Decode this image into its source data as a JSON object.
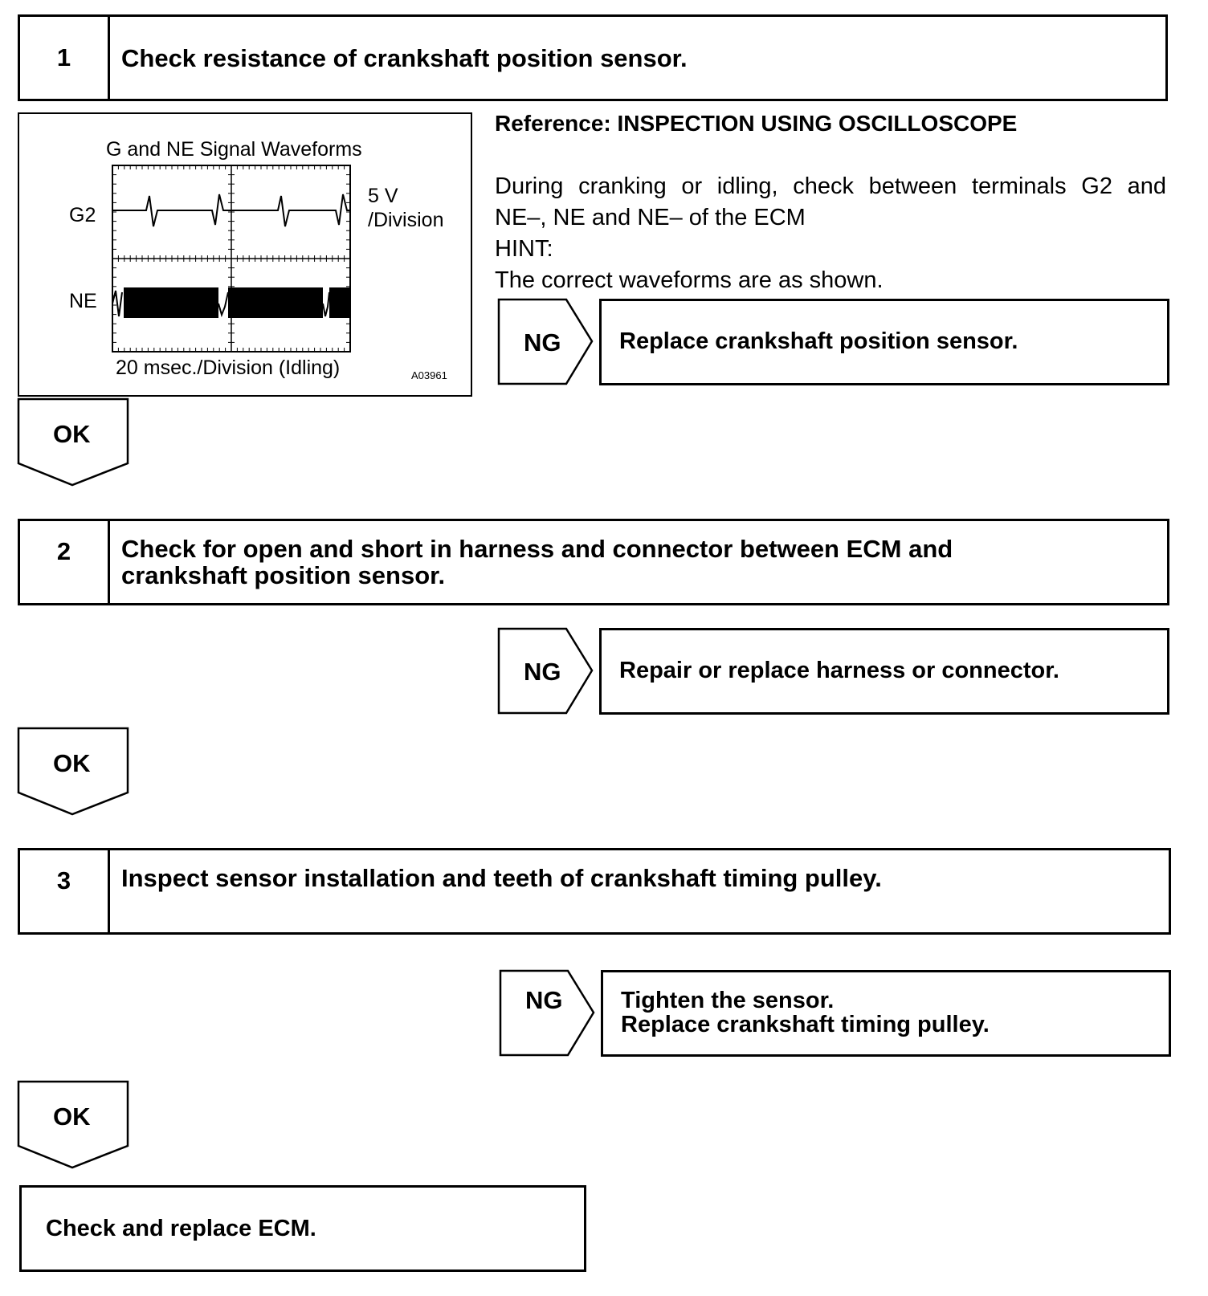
{
  "steps": [
    {
      "number": "1",
      "title": "Check resistance of crankshaft position sensor."
    },
    {
      "number": "2",
      "title_line1": "Check for open and short in harness and connector between ECM and",
      "title_line2": "crankshaft position sensor."
    },
    {
      "number": "3",
      "title": "Inspect sensor installation and teeth of crankshaft timing pulley."
    }
  ],
  "figure": {
    "title": "G and NE Signal Waveforms",
    "channel_top": "G2",
    "channel_bottom": "NE",
    "volt_scale_line1": "5 V",
    "volt_scale_line2": "/Division",
    "time_scale": "20 msec./Division (Idling)",
    "code": "A03961"
  },
  "reference": {
    "heading": "Reference:  INSPECTION USING OSCILLOSCOPE",
    "line1": "During cranking or idling, check between terminals G2 and",
    "line2": "NE–, NE and NE– of the ECM",
    "hint": "HINT:",
    "line3": "The correct waveforms are as shown."
  },
  "ng_label": "NG",
  "ok_label": "OK",
  "ng_results": [
    {
      "text": "Replace crankshaft position sensor."
    },
    {
      "text": "Repair or replace harness or connector."
    },
    {
      "line1": "Tighten the sensor.",
      "line2": "Replace crankshaft timing pulley."
    }
  ],
  "final_action": "Check and replace ECM.",
  "colors": {
    "ink": "#000000",
    "paper": "#ffffff"
  }
}
